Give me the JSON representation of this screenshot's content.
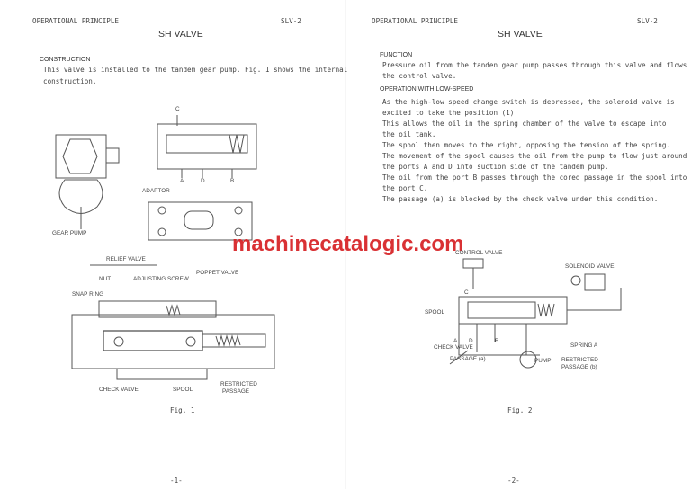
{
  "watermark": "machinecatalogic.com",
  "left_page": {
    "header": "OPERATIONAL PRINCIPLE",
    "code": "SLV-2",
    "title": "SH VALVE",
    "section": "CONSTRUCTION",
    "lines": [
      "This valve is installed to the tandem gear pump.  Fig. 1 shows the internal",
      "construction."
    ],
    "labels": {
      "c": "C",
      "a": "A",
      "d": "D",
      "b": "B",
      "adaptor": "ADAPTOR",
      "gear_pump": "GEAR PUMP",
      "relief_valve": "RELIEF VALVE",
      "nut": "NUT",
      "adjusting_screw": "ADJUSTING SCREW",
      "poppet_valve": "POPPET VALVE",
      "snap_ring": "SNAP RING",
      "check_valve": "CHECK VALVE",
      "spool": "SPOOL",
      "restricted": "RESTRICTED",
      "passage": "PASSAGE"
    },
    "caption": "Fig. 1",
    "page_no": "-1-"
  },
  "right_page": {
    "header": "OPERATIONAL PRINCIPLE",
    "code": "SLV-2",
    "title": "SH VALVE",
    "section": "FUNCTION",
    "function_lines": [
      "Pressure oil from the tanden gear pump passes through this valve and flows to",
      "the control valve."
    ],
    "subsection": "OPERATION WITH LOW-SPEED",
    "lines": [
      "As the high-low speed change switch is depressed, the solenoid valve is",
      "excited to take the position (1)",
      "This allows the oil in the spring chamber of the valve to escape into",
      "the oil tank.",
      "The spool then moves to the right, opposing the tension of the spring.",
      "The movement of the spool causes the oil from the pump to flow just around",
      "the ports A and D into suction side of the tandem pump.",
      "The oil from the port B passes through the cored passage in the spool into",
      "the port C.",
      "The passage (a) is blocked by the check valve under this condition."
    ],
    "labels": {
      "control_valve": "CONTROL VALVE",
      "solenoid_valve": "SOLENOID VALVE",
      "c": "C",
      "spool": "SPOOL",
      "check_valve": "CHECK VALVE",
      "a": "A",
      "d": "D",
      "b": "B",
      "passage_a": "PASSAGE (a)",
      "pump": "PUMP",
      "spring_a": "SPRING A",
      "restricted": "RESTRICTED",
      "passage_b": "PASSAGE (b)"
    },
    "caption": "Fig. 2",
    "page_no": "-2-"
  }
}
